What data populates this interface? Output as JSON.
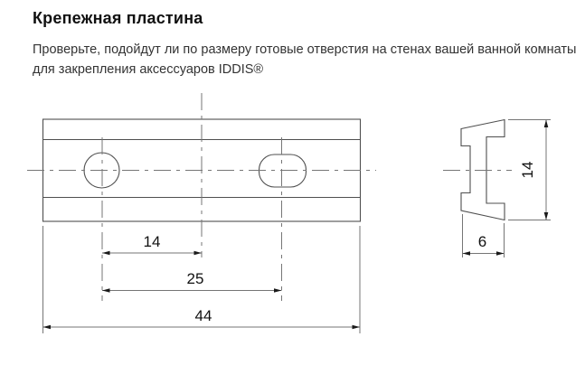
{
  "header": {
    "title": "Крепежная пластина",
    "description_lines": [
      "Проверьте, подойдут ли по размеру готовые отверстия на стенах вашей ванной комнаты",
      "для закрепления аксессуаров IDDIS®"
    ]
  },
  "drawing": {
    "kind": "technical-dimension-drawing",
    "views": {
      "front": {
        "shape": "rectangular plate with one round hole and one slotted hole",
        "dims": {
          "hole_center_to_plate_center": "14",
          "hole_center_to_hole_center": "25",
          "plate_length": "44"
        }
      },
      "side": {
        "shape": "grooved trapezoid profile cross-section",
        "dims": {
          "plate_height": "14",
          "profile_thickness": "6"
        }
      }
    },
    "labels": {
      "d14": "14",
      "d25": "25",
      "d44": "44",
      "h14": "14",
      "d6": "6"
    },
    "colors": {
      "outline": "#4f4f4f",
      "dimension_lines": "#757575",
      "dimension_text": "#111111",
      "title_text": "#111111",
      "body_text": "#333333"
    }
  }
}
